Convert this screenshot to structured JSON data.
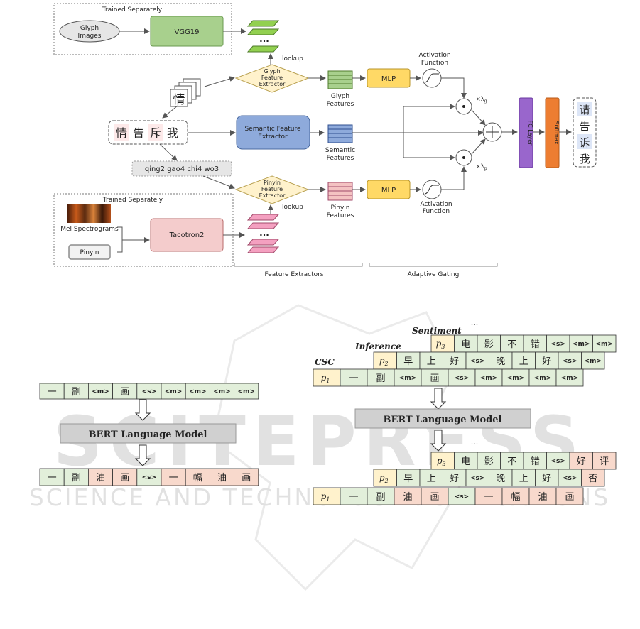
{
  "top": {
    "trained_separately_top": "Trained Separately",
    "glyph_images": [
      "Glyph",
      "Images"
    ],
    "vgg19": "VGG19",
    "dots": "...",
    "lookup_top": "lookup",
    "glyph_extractor": [
      "Glyph",
      "Feature",
      "Extractor"
    ],
    "glyph_features": [
      "Glyph",
      "Features"
    ],
    "mlp_top": "MLP",
    "activation_top": [
      "Activation",
      "Function"
    ],
    "lambda_g": "×λ",
    "lambda_g_sub": "g",
    "stack_char": "情",
    "input_chars": [
      "情",
      "告",
      "斥",
      "我"
    ],
    "semantic_extractor": [
      "Semantic Feature",
      "Extractor"
    ],
    "semantic_features": [
      "Semantic",
      "Features"
    ],
    "pinyin_string": "qing2 gao4 chi4 wo3",
    "pinyin_extractor": [
      "Pinyin",
      "Feature",
      "Extractor"
    ],
    "pinyin_features": [
      "Pinyin",
      "Features"
    ],
    "mlp_bottom": "MLP",
    "activation_bottom": [
      "Activation",
      "Function"
    ],
    "lambda_p": "×λ",
    "lambda_p_sub": "p",
    "fc_layer": "FC Layer",
    "softmax": "Softmax",
    "output_chars": [
      "请",
      "告",
      "诉",
      "我"
    ],
    "trained_separately_bottom": "Trained Separately",
    "mel_spectrograms": "Mel Spectrograms",
    "pinyin": "Pinyin",
    "tacotron2": "Tacotron2",
    "lookup_bottom": "lookup",
    "feature_extractors": "Feature Extractors",
    "adaptive_gating": "Adaptive Gating"
  },
  "left": {
    "input_tokens": [
      "一",
      "副",
      "<m>",
      "画",
      "<s>",
      "<m>",
      "<m>",
      "<m>",
      "<m>"
    ],
    "model": "BERT Language Model",
    "output_tokens": [
      "一",
      "副",
      "油",
      "画",
      "<s>",
      "一",
      "幅",
      "油",
      "画"
    ]
  },
  "right": {
    "dots_top": "...",
    "sentiment_label": "Sentiment",
    "inference_label": "Inference",
    "csc_label": "CSC",
    "p3": "p",
    "p3_sub": "3",
    "p2": "p",
    "p2_sub": "2",
    "p1": "p",
    "p1_sub": "1",
    "sentiment_tokens": [
      "电",
      "影",
      "不",
      "错",
      "<s>",
      "<m>",
      "<m>"
    ],
    "inference_tokens": [
      "早",
      "上",
      "好",
      "<s>",
      "晚",
      "上",
      "好",
      "<s>",
      "<m>"
    ],
    "csc_tokens": [
      "一",
      "副",
      "<m>",
      "画",
      "<s>",
      "<m>",
      "<m>",
      "<m>",
      "<m>"
    ],
    "model": "BERT Language Model",
    "dots_bottom": "...",
    "sentiment_out": [
      "电",
      "影",
      "不",
      "错",
      "<s>",
      "好",
      "评"
    ],
    "inference_out": [
      "早",
      "上",
      "好",
      "<s>",
      "晚",
      "上",
      "好",
      "<s>",
      "否"
    ],
    "csc_out": [
      "一",
      "副",
      "油",
      "画",
      "<s>",
      "一",
      "幅",
      "油",
      "画"
    ]
  },
  "watermark": {
    "big": "SCITEPRESS",
    "small": "SCIENCE AND TECHNOLOGY PUBLICATIONS"
  }
}
